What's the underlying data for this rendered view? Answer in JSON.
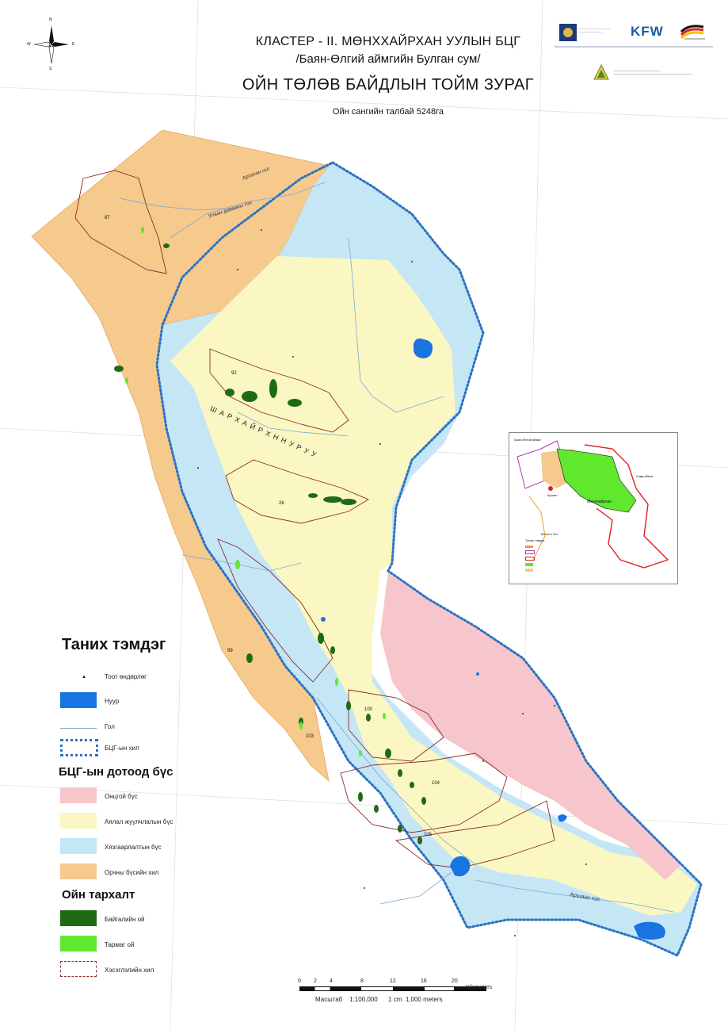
{
  "header": {
    "title_line1": "КЛАСТЕР - II. МӨНХХАЙРХАН УУЛЫН БЦГ",
    "title_line2": "/Баян-Өлгий аймгийн Булган сум/",
    "map_title": "ОЙН ТӨЛӨВ БАЙДЛЫН ТОЙМ ЗУРАГ",
    "forest_area": "Ойн сангийн талбай 5248га"
  },
  "logos": {
    "kfw": "KFW"
  },
  "compass": {
    "n": "N",
    "s": "S",
    "e": "E",
    "w": "W"
  },
  "map_labels": {
    "ridge": "Ш А Р   Х А Й Р Х Н   Н У Р У У",
    "river_a": "Улаан давааны гол",
    "river_b": "Аргалан гол",
    "river_c": "Аршаан гол",
    "unit_87": "87",
    "unit_92": "92",
    "unit_26": "26",
    "unit_99": "99",
    "unit_100": "100",
    "unit_103": "103",
    "unit_104": "104",
    "unit_105": "105"
  },
  "inset": {
    "province": "Баян-Өлгий аймаг",
    "neighbor": "Ховд аймаг",
    "area_name": "Мөнххайрхан",
    "town": "Булган",
    "border": "Монгол Улс",
    "legend_title": "Таних тэмдэг"
  },
  "legend": {
    "title": "Таних тэмдэг",
    "items": [
      {
        "label": "Тоот өндөрлөг"
      },
      {
        "label": "Нуур"
      },
      {
        "label": "Гол"
      },
      {
        "label": "БЦГ-ын хил"
      }
    ],
    "zones_title": "БЦГ-ын дотоод бүс",
    "zones": [
      {
        "label": "Онцгой бүс",
        "color": "#f7c6cc"
      },
      {
        "label": "Аялал жуулчлалын бүс",
        "color": "#fbf7c3"
      },
      {
        "label": "Хязгаарлалтын бүс",
        "color": "#c5e6f5"
      },
      {
        "label": "Орчны бүсийн хил",
        "color": "#f6c98d"
      }
    ],
    "forest_title": "Ойн тархалт",
    "forest": [
      {
        "label": "Байгалийн ой",
        "color": "#1e6b13"
      },
      {
        "label": "Тармаг ой",
        "color": "#5fe82e"
      },
      {
        "label": "Хэсэглэлийн хил",
        "color": "#8a2a2a"
      }
    ]
  },
  "scale": {
    "ticks": [
      "0",
      "2",
      "4",
      "8",
      "12",
      "16",
      "20"
    ],
    "unit": "Kilometers",
    "caption": "Масштаб    1:100,000      1 cm  1,000 meters"
  },
  "colors": {
    "buffer": "#f6c98d",
    "limited": "#c5e6f5",
    "tourism": "#fbf7c3",
    "special": "#f7c6cc",
    "lake": "#1874e0",
    "forest": "#1e6b13",
    "planted": "#5fe82e",
    "boundary": "#8a2a2a",
    "pa_border": "#2a72c2"
  }
}
